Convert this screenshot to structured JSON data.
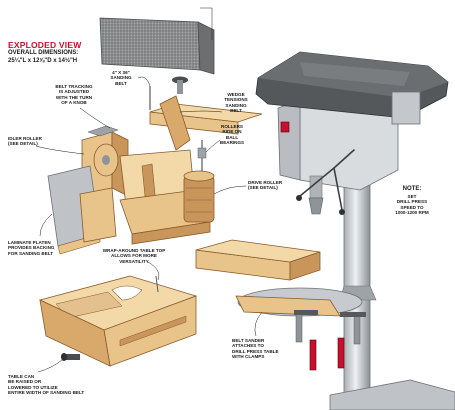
{
  "header": {
    "title": "EXPLODED VIEW",
    "dims_heading": "OVERALL DIMENSIONS:",
    "dims_value": "25¼\"L x 12⅝\"D x 14½\"H"
  },
  "labels": {
    "sanding_belt": [
      "4\" x 36\"",
      "SANDING",
      "BELT"
    ],
    "belt_tracking": [
      "BELT TRACKING",
      "IS ADJUSTED",
      "WITH THE TURN",
      "OF A KNOB"
    ],
    "wedge": [
      "WEDGE",
      "TENSIONS",
      "SANDING",
      "BELT"
    ],
    "rollers": [
      "ROLLERS",
      "RIDE ON",
      "BALL",
      "BEARINGS"
    ],
    "idler_roller": [
      "IDLER ROLLER",
      "(SEE DETAIL)"
    ],
    "drive_roller": [
      "DRIVE ROLLER",
      "(SEE DETAIL)"
    ],
    "laminate": [
      "LAMINATE PLATEN",
      "PROVIDES BACKING",
      "FOR SANDING BELT"
    ],
    "wraparound": [
      "WRAP-AROUND TABLE TOP",
      "ALLOWS FOR MORE",
      "VERSATILITY"
    ],
    "belt_sander": [
      "BELT SANDER",
      "ATTACHES TO",
      "DRILL PRESS TABLE",
      "WITH CLAMPS"
    ],
    "table": [
      "TABLE CAN",
      "BE RAISED OR",
      "LOWERED TO UTILIZE",
      "ENTIRE WIDTH OF SANDING BELT"
    ]
  },
  "note": {
    "heading": "NOTE:",
    "lines": [
      "SET",
      "DRILL PRESS",
      "SPEED TO",
      "1000-1200 RPM"
    ]
  },
  "colors": {
    "wood": "#e9c48a",
    "wood_dark": "#c8955a",
    "wood_edge": "#8a5a2b",
    "metal": "#cfd3d6",
    "metal_dark": "#7d8388",
    "head_dark": "#4a4d50",
    "accent_red": "#c8102e",
    "abrasive": "#8d8f91"
  }
}
